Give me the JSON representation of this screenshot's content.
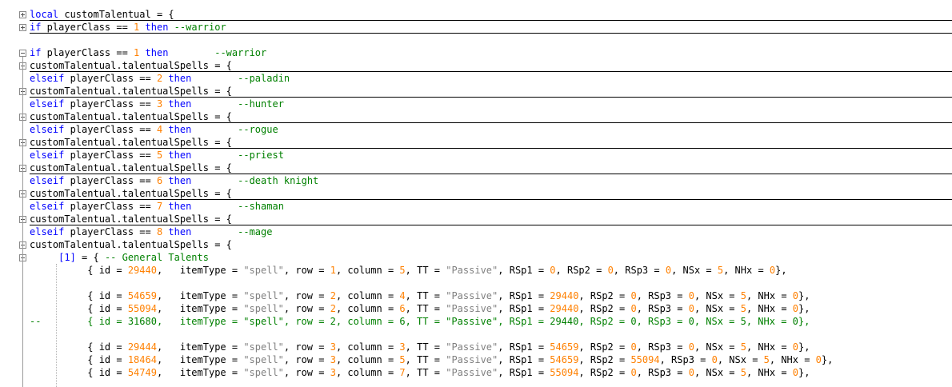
{
  "editor": {
    "lines": [
      {
        "id": "l1",
        "fold": "plus",
        "sep": true,
        "segments": [
          [
            "kw",
            "local"
          ],
          [
            "txt",
            " customTalentual = {"
          ]
        ]
      },
      {
        "id": "l2",
        "fold": "plus",
        "sep": true,
        "segments": [
          [
            "kw",
            "if"
          ],
          [
            "txt",
            " playerClass == "
          ],
          [
            "num",
            "1"
          ],
          [
            "txt",
            " "
          ],
          [
            "kw",
            "then"
          ],
          [
            "txt",
            " "
          ],
          [
            "cmt",
            "--warrior"
          ]
        ]
      },
      {
        "id": "l3",
        "fold": "none",
        "sep": false,
        "segments": []
      },
      {
        "id": "l4",
        "fold": "minus",
        "sep": false,
        "segments": [
          [
            "kw",
            "if"
          ],
          [
            "txt",
            " playerClass == "
          ],
          [
            "num",
            "1"
          ],
          [
            "txt",
            " "
          ],
          [
            "kw",
            "then"
          ],
          [
            "txt",
            "        "
          ],
          [
            "cmt",
            "--warrior"
          ]
        ]
      },
      {
        "id": "l5",
        "fold": "plus",
        "sep": true,
        "segments": [
          [
            "txt",
            "customTalentual.talentualSpells = {"
          ]
        ]
      },
      {
        "id": "l6",
        "fold": "none",
        "sep": false,
        "segments": [
          [
            "kw",
            "elseif"
          ],
          [
            "txt",
            " playerClass == "
          ],
          [
            "num",
            "2"
          ],
          [
            "txt",
            " "
          ],
          [
            "kw",
            "then"
          ],
          [
            "txt",
            "        "
          ],
          [
            "cmt",
            "--paladin"
          ]
        ]
      },
      {
        "id": "l7",
        "fold": "plus",
        "sep": true,
        "segments": [
          [
            "txt",
            "customTalentual.talentualSpells = {"
          ]
        ]
      },
      {
        "id": "l8",
        "fold": "none",
        "sep": false,
        "segments": [
          [
            "kw",
            "elseif"
          ],
          [
            "txt",
            " playerClass == "
          ],
          [
            "num",
            "3"
          ],
          [
            "txt",
            " "
          ],
          [
            "kw",
            "then"
          ],
          [
            "txt",
            "        "
          ],
          [
            "cmt",
            "--hunter"
          ]
        ]
      },
      {
        "id": "l9",
        "fold": "plus",
        "sep": true,
        "segments": [
          [
            "txt",
            "customTalentual.talentualSpells = {"
          ]
        ]
      },
      {
        "id": "l10",
        "fold": "none",
        "sep": false,
        "segments": [
          [
            "kw",
            "elseif"
          ],
          [
            "txt",
            " playerClass == "
          ],
          [
            "num",
            "4"
          ],
          [
            "txt",
            " "
          ],
          [
            "kw",
            "then"
          ],
          [
            "txt",
            "        "
          ],
          [
            "cmt",
            "--rogue"
          ]
        ]
      },
      {
        "id": "l11",
        "fold": "plus",
        "sep": true,
        "segments": [
          [
            "txt",
            "customTalentual.talentualSpells = {"
          ]
        ]
      },
      {
        "id": "l12",
        "fold": "none",
        "sep": false,
        "segments": [
          [
            "kw",
            "elseif"
          ],
          [
            "txt",
            " playerClass == "
          ],
          [
            "num",
            "5"
          ],
          [
            "txt",
            " "
          ],
          [
            "kw",
            "then"
          ],
          [
            "txt",
            "        "
          ],
          [
            "cmt",
            "--priest"
          ]
        ]
      },
      {
        "id": "l13",
        "fold": "plus",
        "sep": true,
        "segments": [
          [
            "txt",
            "customTalentual.talentualSpells = {"
          ]
        ]
      },
      {
        "id": "l14",
        "fold": "none",
        "sep": false,
        "segments": [
          [
            "kw",
            "elseif"
          ],
          [
            "txt",
            " playerClass == "
          ],
          [
            "num",
            "6"
          ],
          [
            "txt",
            " "
          ],
          [
            "kw",
            "then"
          ],
          [
            "txt",
            "        "
          ],
          [
            "cmt",
            "--death knight"
          ]
        ]
      },
      {
        "id": "l15",
        "fold": "plus",
        "sep": true,
        "segments": [
          [
            "txt",
            "customTalentual.talentualSpells = {"
          ]
        ]
      },
      {
        "id": "l16",
        "fold": "none",
        "sep": false,
        "segments": [
          [
            "kw",
            "elseif"
          ],
          [
            "txt",
            " playerClass == "
          ],
          [
            "num",
            "7"
          ],
          [
            "txt",
            " "
          ],
          [
            "kw",
            "then"
          ],
          [
            "txt",
            "        "
          ],
          [
            "cmt",
            "--shaman"
          ]
        ]
      },
      {
        "id": "l17",
        "fold": "plus",
        "sep": true,
        "segments": [
          [
            "txt",
            "customTalentual.talentualSpells = {"
          ]
        ]
      },
      {
        "id": "l18",
        "fold": "none",
        "sep": false,
        "segments": [
          [
            "kw",
            "elseif"
          ],
          [
            "txt",
            " playerClass == "
          ],
          [
            "num",
            "8"
          ],
          [
            "txt",
            " "
          ],
          [
            "kw",
            "then"
          ],
          [
            "txt",
            "        "
          ],
          [
            "cmt",
            "--mage"
          ]
        ]
      },
      {
        "id": "l19",
        "fold": "minus",
        "sep": false,
        "segments": [
          [
            "txt",
            "customTalentual.talentualSpells = {"
          ]
        ]
      },
      {
        "id": "l20",
        "fold": "minus",
        "sep": false,
        "segments": [
          [
            "txt",
            "     "
          ],
          [
            "kw",
            "[1]"
          ],
          [
            "txt",
            " = { "
          ],
          [
            "cmt",
            "-- General Talents"
          ]
        ]
      },
      {
        "id": "l21",
        "fold": "none",
        "sep": false,
        "segments": [
          [
            "txt",
            "          { id = "
          ],
          [
            "num",
            "29440"
          ],
          [
            "txt",
            ",   itemType = "
          ],
          [
            "str",
            "\"spell\""
          ],
          [
            "txt",
            ", row = "
          ],
          [
            "num",
            "1"
          ],
          [
            "txt",
            ", column = "
          ],
          [
            "num",
            "5"
          ],
          [
            "txt",
            ", TT = "
          ],
          [
            "str",
            "\"Passive\""
          ],
          [
            "txt",
            ", RSp1 = "
          ],
          [
            "num",
            "0"
          ],
          [
            "txt",
            ", RSp2 = "
          ],
          [
            "num",
            "0"
          ],
          [
            "txt",
            ", RSp3 = "
          ],
          [
            "num",
            "0"
          ],
          [
            "txt",
            ", NSx = "
          ],
          [
            "num",
            "5"
          ],
          [
            "txt",
            ", NHx = "
          ],
          [
            "num",
            "0"
          ],
          [
            "txt",
            "},"
          ]
        ]
      },
      {
        "id": "l22",
        "fold": "none",
        "sep": false,
        "segments": []
      },
      {
        "id": "l23",
        "fold": "none",
        "sep": false,
        "segments": [
          [
            "txt",
            "          { id = "
          ],
          [
            "num",
            "54659"
          ],
          [
            "txt",
            ",   itemType = "
          ],
          [
            "str",
            "\"spell\""
          ],
          [
            "txt",
            ", row = "
          ],
          [
            "num",
            "2"
          ],
          [
            "txt",
            ", column = "
          ],
          [
            "num",
            "4"
          ],
          [
            "txt",
            ", TT = "
          ],
          [
            "str",
            "\"Passive\""
          ],
          [
            "txt",
            ", RSp1 = "
          ],
          [
            "num",
            "29440"
          ],
          [
            "txt",
            ", RSp2 = "
          ],
          [
            "num",
            "0"
          ],
          [
            "txt",
            ", RSp3 = "
          ],
          [
            "num",
            "0"
          ],
          [
            "txt",
            ", NSx = "
          ],
          [
            "num",
            "5"
          ],
          [
            "txt",
            ", NHx = "
          ],
          [
            "num",
            "0"
          ],
          [
            "txt",
            "},"
          ]
        ]
      },
      {
        "id": "l24",
        "fold": "none",
        "sep": false,
        "segments": [
          [
            "txt",
            "          { id = "
          ],
          [
            "num",
            "55094"
          ],
          [
            "txt",
            ",   itemType = "
          ],
          [
            "str",
            "\"spell\""
          ],
          [
            "txt",
            ", row = "
          ],
          [
            "num",
            "2"
          ],
          [
            "txt",
            ", column = "
          ],
          [
            "num",
            "6"
          ],
          [
            "txt",
            ", TT = "
          ],
          [
            "str",
            "\"Passive\""
          ],
          [
            "txt",
            ", RSp1 = "
          ],
          [
            "num",
            "29440"
          ],
          [
            "txt",
            ", RSp2 = "
          ],
          [
            "num",
            "0"
          ],
          [
            "txt",
            ", RSp3 = "
          ],
          [
            "num",
            "0"
          ],
          [
            "txt",
            ", NSx = "
          ],
          [
            "num",
            "5"
          ],
          [
            "txt",
            ", NHx = "
          ],
          [
            "num",
            "0"
          ],
          [
            "txt",
            "},"
          ]
        ]
      },
      {
        "id": "l25",
        "fold": "none",
        "sep": false,
        "segments": [
          [
            "cmt",
            "--        { id = 31680,   itemType = \"spell\", row = 2, column = 6, TT = \"Passive\", RSp1 = 29440, RSp2 = 0, RSp3 = 0, NSx = 5, NHx = 0},"
          ]
        ]
      },
      {
        "id": "l26",
        "fold": "none",
        "sep": false,
        "segments": []
      },
      {
        "id": "l27",
        "fold": "none",
        "sep": false,
        "segments": [
          [
            "txt",
            "          { id = "
          ],
          [
            "num",
            "29444"
          ],
          [
            "txt",
            ",   itemType = "
          ],
          [
            "str",
            "\"spell\""
          ],
          [
            "txt",
            ", row = "
          ],
          [
            "num",
            "3"
          ],
          [
            "txt",
            ", column = "
          ],
          [
            "num",
            "3"
          ],
          [
            "txt",
            ", TT = "
          ],
          [
            "str",
            "\"Passive\""
          ],
          [
            "txt",
            ", RSp1 = "
          ],
          [
            "num",
            "54659"
          ],
          [
            "txt",
            ", RSp2 = "
          ],
          [
            "num",
            "0"
          ],
          [
            "txt",
            ", RSp3 = "
          ],
          [
            "num",
            "0"
          ],
          [
            "txt",
            ", NSx = "
          ],
          [
            "num",
            "5"
          ],
          [
            "txt",
            ", NHx = "
          ],
          [
            "num",
            "0"
          ],
          [
            "txt",
            "},"
          ]
        ]
      },
      {
        "id": "l28",
        "fold": "none",
        "sep": false,
        "segments": [
          [
            "txt",
            "          { id = "
          ],
          [
            "num",
            "18464"
          ],
          [
            "txt",
            ",   itemType = "
          ],
          [
            "str",
            "\"spell\""
          ],
          [
            "txt",
            ", row = "
          ],
          [
            "num",
            "3"
          ],
          [
            "txt",
            ", column = "
          ],
          [
            "num",
            "5"
          ],
          [
            "txt",
            ", TT = "
          ],
          [
            "str",
            "\"Passive\""
          ],
          [
            "txt",
            ", RSp1 = "
          ],
          [
            "num",
            "54659"
          ],
          [
            "txt",
            ", RSp2 = "
          ],
          [
            "num",
            "55094"
          ],
          [
            "txt",
            ", RSp3 = "
          ],
          [
            "num",
            "0"
          ],
          [
            "txt",
            ", NSx = "
          ],
          [
            "num",
            "5"
          ],
          [
            "txt",
            ", NHx = "
          ],
          [
            "num",
            "0"
          ],
          [
            "txt",
            "},"
          ]
        ]
      },
      {
        "id": "l29",
        "fold": "none",
        "sep": false,
        "segments": [
          [
            "txt",
            "          { id = "
          ],
          [
            "num",
            "54749"
          ],
          [
            "txt",
            ",   itemType = "
          ],
          [
            "str",
            "\"spell\""
          ],
          [
            "txt",
            ", row = "
          ],
          [
            "num",
            "3"
          ],
          [
            "txt",
            ", column = "
          ],
          [
            "num",
            "7"
          ],
          [
            "txt",
            ", TT = "
          ],
          [
            "str",
            "\"Passive\""
          ],
          [
            "txt",
            ", RSp1 = "
          ],
          [
            "num",
            "55094"
          ],
          [
            "txt",
            ", RSp2 = "
          ],
          [
            "num",
            "0"
          ],
          [
            "txt",
            ", RSp3 = "
          ],
          [
            "num",
            "0"
          ],
          [
            "txt",
            ", NSx = "
          ],
          [
            "num",
            "5"
          ],
          [
            "txt",
            ", NHx = "
          ],
          [
            "num",
            "0"
          ],
          [
            "txt",
            "},"
          ]
        ]
      }
    ]
  }
}
